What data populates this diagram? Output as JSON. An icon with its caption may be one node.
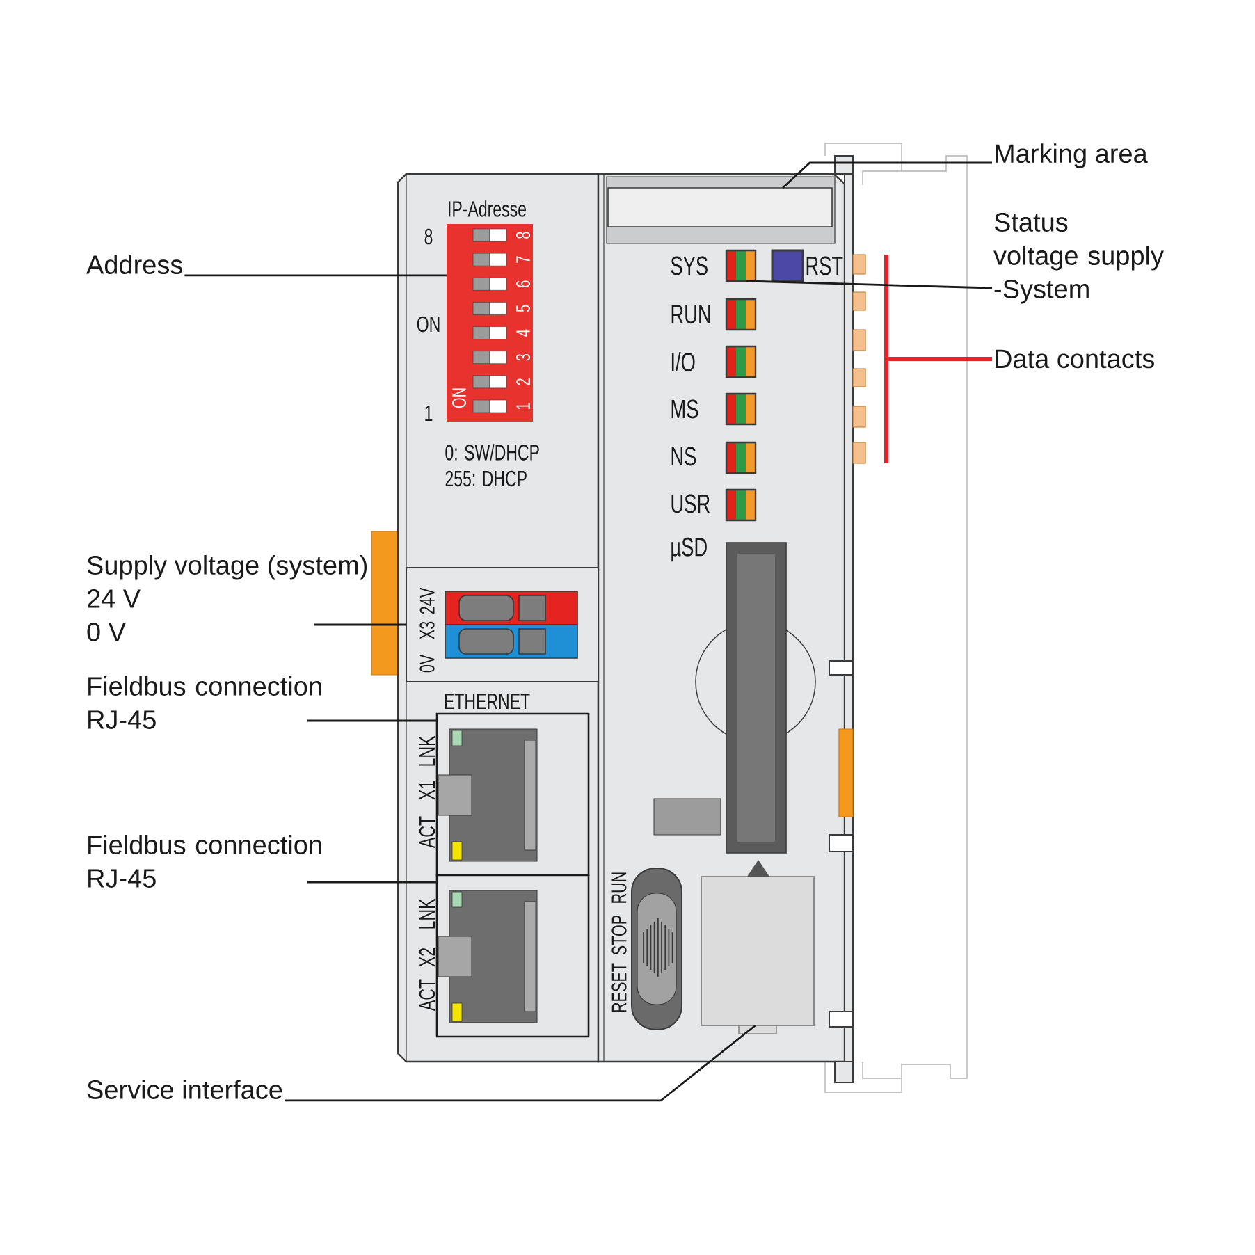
{
  "diagram": {
    "nodes": [
      {
        "text": [
          "Marking area"
        ]
      },
      {
        "text": [
          "Status voltage supply -System"
        ]
      },
      {
        "text": [
          "Data contacts"
        ]
      },
      {
        "text": [
          "Address"
        ]
      },
      {
        "text": [
          "Supply voltage (system)",
          "24 V",
          "0 V"
        ]
      },
      {
        "text": [
          "Fieldbus connection RJ-45"
        ]
      },
      {
        "text": [
          "Fieldbus connection RJ-45"
        ]
      },
      {
        "text": [
          "Service interface"
        ]
      },
      {
        "text": [],
        "shape": "box"
      },
      {
        "text": [],
        "shape": "box",
        "beside": [
          "SYS"
        ]
      },
      {
        "text": [
          "IP-Adresse",
          "ON",
          "1",
          "2",
          "3",
          "4",
          "5",
          "6",
          "7",
          "8"
        ],
        "beside": [
          "8",
          "ON",
          "1"
        ]
      },
      {
        "text": [
          "0V",
          "X3",
          "24V"
        ]
      },
      {
        "text": [],
        "shape": "box",
        "beside": [
          "ACT",
          "X1",
          "LNK"
        ]
      },
      {
        "text": [],
        "shape": "box",
        "beside": [
          "ACT",
          "X2",
          "LNK"
        ]
      },
      {
        "text": [],
        "shape": "box"
      },
      {
        "text": [],
        "shape": "box",
        "beside": [
          "RUN"
        ]
      },
      {
        "text": [],
        "shape": "box",
        "beside": [
          "I/O"
        ]
      },
      {
        "text": [],
        "shape": "box",
        "beside": [
          "MS"
        ]
      },
      {
        "text": [],
        "shape": "box",
        "beside": [
          "NS"
        ]
      },
      {
        "text": [],
        "shape": "box",
        "beside": [
          "USR"
        ]
      }
    ],
    "edges": [
      {
        "from": 0,
        "to": 8,
        "arrow": "none"
      },
      {
        "from": 1,
        "to": 9,
        "arrow": "none"
      },
      {
        "from": 2,
        "to": null,
        "arrow": "none",
        "style": "thick",
        "color": "#e4232b"
      },
      {
        "from": 3,
        "to": 10,
        "arrow": "none"
      },
      {
        "from": 4,
        "to": 11,
        "arrow": "none"
      },
      {
        "from": 5,
        "to": 12,
        "arrow": "none"
      },
      {
        "from": 6,
        "to": 13,
        "arrow": "none"
      },
      {
        "from": 7,
        "to": 14,
        "arrow": "none"
      }
    ],
    "labels": [
      "0: SW/DHCP",
      "255: DHCP",
      "ETHERNET",
      "RST",
      "µSD",
      "RESET",
      "STOP",
      "RUN"
    ]
  }
}
